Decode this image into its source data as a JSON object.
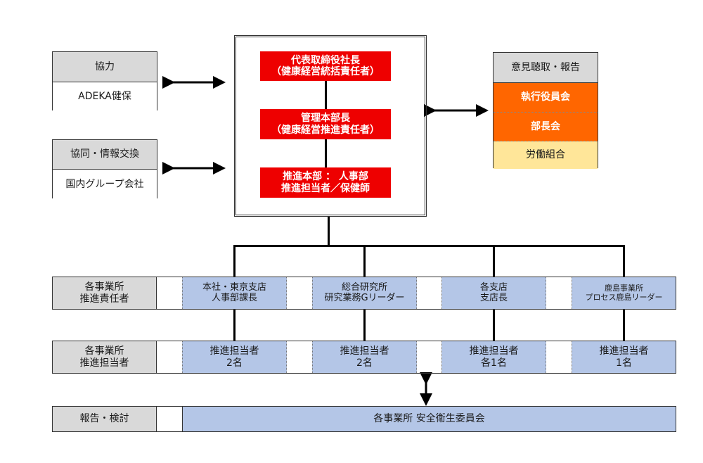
{
  "left_panels": [
    {
      "header": "協力",
      "body": "ADEKA健保"
    },
    {
      "header": "協同・情報交換",
      "body": "国内グループ会社"
    }
  ],
  "center_box": {
    "items": [
      {
        "line1": "代表取締役社長",
        "line2": "（健康経営統括責任者）"
      },
      {
        "line1": "管理本部長",
        "line2": "（健康経営推進責任者）"
      },
      {
        "line1": "推進本部 ： 人事部",
        "line2": "推進担当者／保健師"
      }
    ]
  },
  "right_panel": {
    "header": "意見聴取・報告",
    "items": [
      "執行役員会",
      "部長会",
      "労働組合"
    ]
  },
  "rows": [
    {
      "label": "各事業所\n推進責任者",
      "cells": [
        "本社・東京支店\n人事部課長",
        "総合研究所\n研究業務Gリーダー",
        "各支店\n支店長",
        "鹿島事業所\nプロセス鹿島リーダー"
      ]
    },
    {
      "label": "各事業所\n推進担当者",
      "cells": [
        "推進担当者\n2名",
        "推進担当者\n2名",
        "推進担当者\n各1名",
        "推進担当者\n1名"
      ]
    }
  ],
  "bottom_row": {
    "label": "報告・検討",
    "content": "各事業所 安全衛生委員会"
  },
  "colors": {
    "red": "#ee0000",
    "orange": "#ff6600",
    "yellow": "#ffe699",
    "blue": "#b4c6e7",
    "gray": "#d9d9d9"
  }
}
